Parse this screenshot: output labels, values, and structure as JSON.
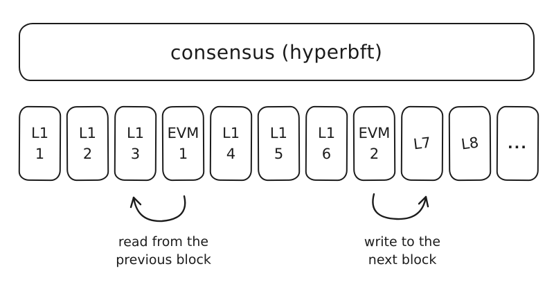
{
  "consensus": {
    "label": "consensus (hyperbft)"
  },
  "blocks": [
    {
      "line1": "L1",
      "line2": "1"
    },
    {
      "line1": "L1",
      "line2": "2"
    },
    {
      "line1": "L1",
      "line2": "3"
    },
    {
      "line1": "EVM",
      "line2": "1"
    },
    {
      "line1": "L1",
      "line2": "4"
    },
    {
      "line1": "L1",
      "line2": "5"
    },
    {
      "line1": "L1",
      "line2": "6"
    },
    {
      "line1": "EVM",
      "line2": "2"
    },
    {
      "line1": "L7"
    },
    {
      "line1": "L8"
    },
    {
      "line1": "..."
    }
  ],
  "annotations": {
    "read": {
      "line1": "read from the",
      "line2": "previous block"
    },
    "write": {
      "line1": "write to the",
      "line2": "next block"
    }
  },
  "colors": {
    "stroke": "#1b1b1b",
    "background": "#ffffff"
  }
}
